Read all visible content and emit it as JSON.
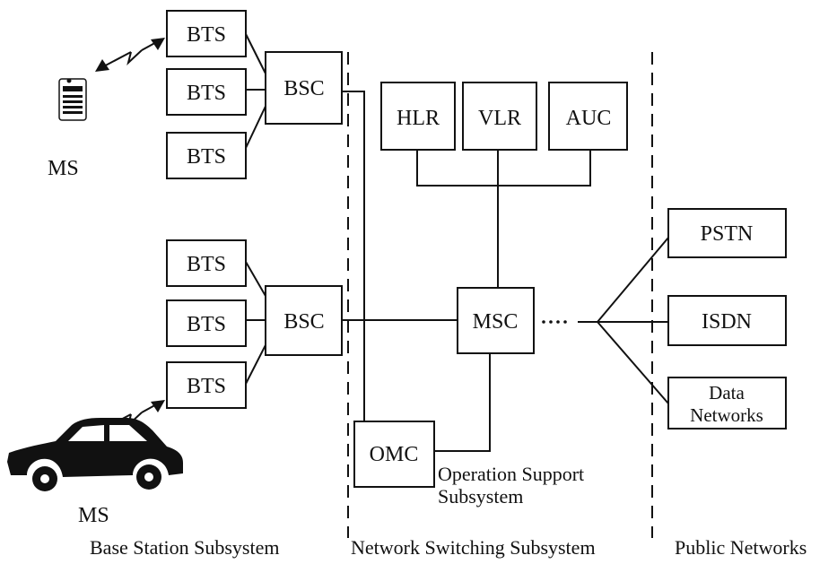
{
  "nodes": {
    "bts_1": "BTS",
    "bts_2": "BTS",
    "bts_3": "BTS",
    "bts_4": "BTS",
    "bts_5": "BTS",
    "bts_6": "BTS",
    "bsc_top": "BSC",
    "bsc_bottom": "BSC",
    "hlr": "HLR",
    "vlr": "VLR",
    "auc": "AUC",
    "msc": "MSC",
    "omc": "OMC",
    "pstn": "PSTN",
    "isdn": "ISDN",
    "data_networks_line1": "Data",
    "data_networks_line2": "Networks"
  },
  "labels": {
    "ms_phone": "MS",
    "ms_car": "MS",
    "oss_line1": "Operation Support",
    "oss_line2": "Subsystem"
  },
  "sections": {
    "bss": "Base Station Subsystem",
    "nss": "Network Switching Subsystem",
    "public": "Public Networks"
  }
}
